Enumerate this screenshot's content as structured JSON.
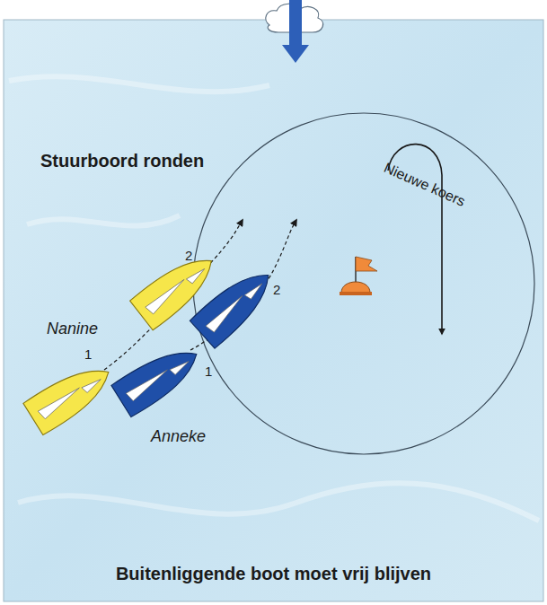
{
  "diagram": {
    "title": "Stuurboord ronden",
    "caption": "Buitenliggende boot moet vrij blijven",
    "labels": [
      "Nieuwe koers",
      "Nanine",
      "1",
      "2",
      "Anneke",
      "1",
      "2"
    ]
  }
}
